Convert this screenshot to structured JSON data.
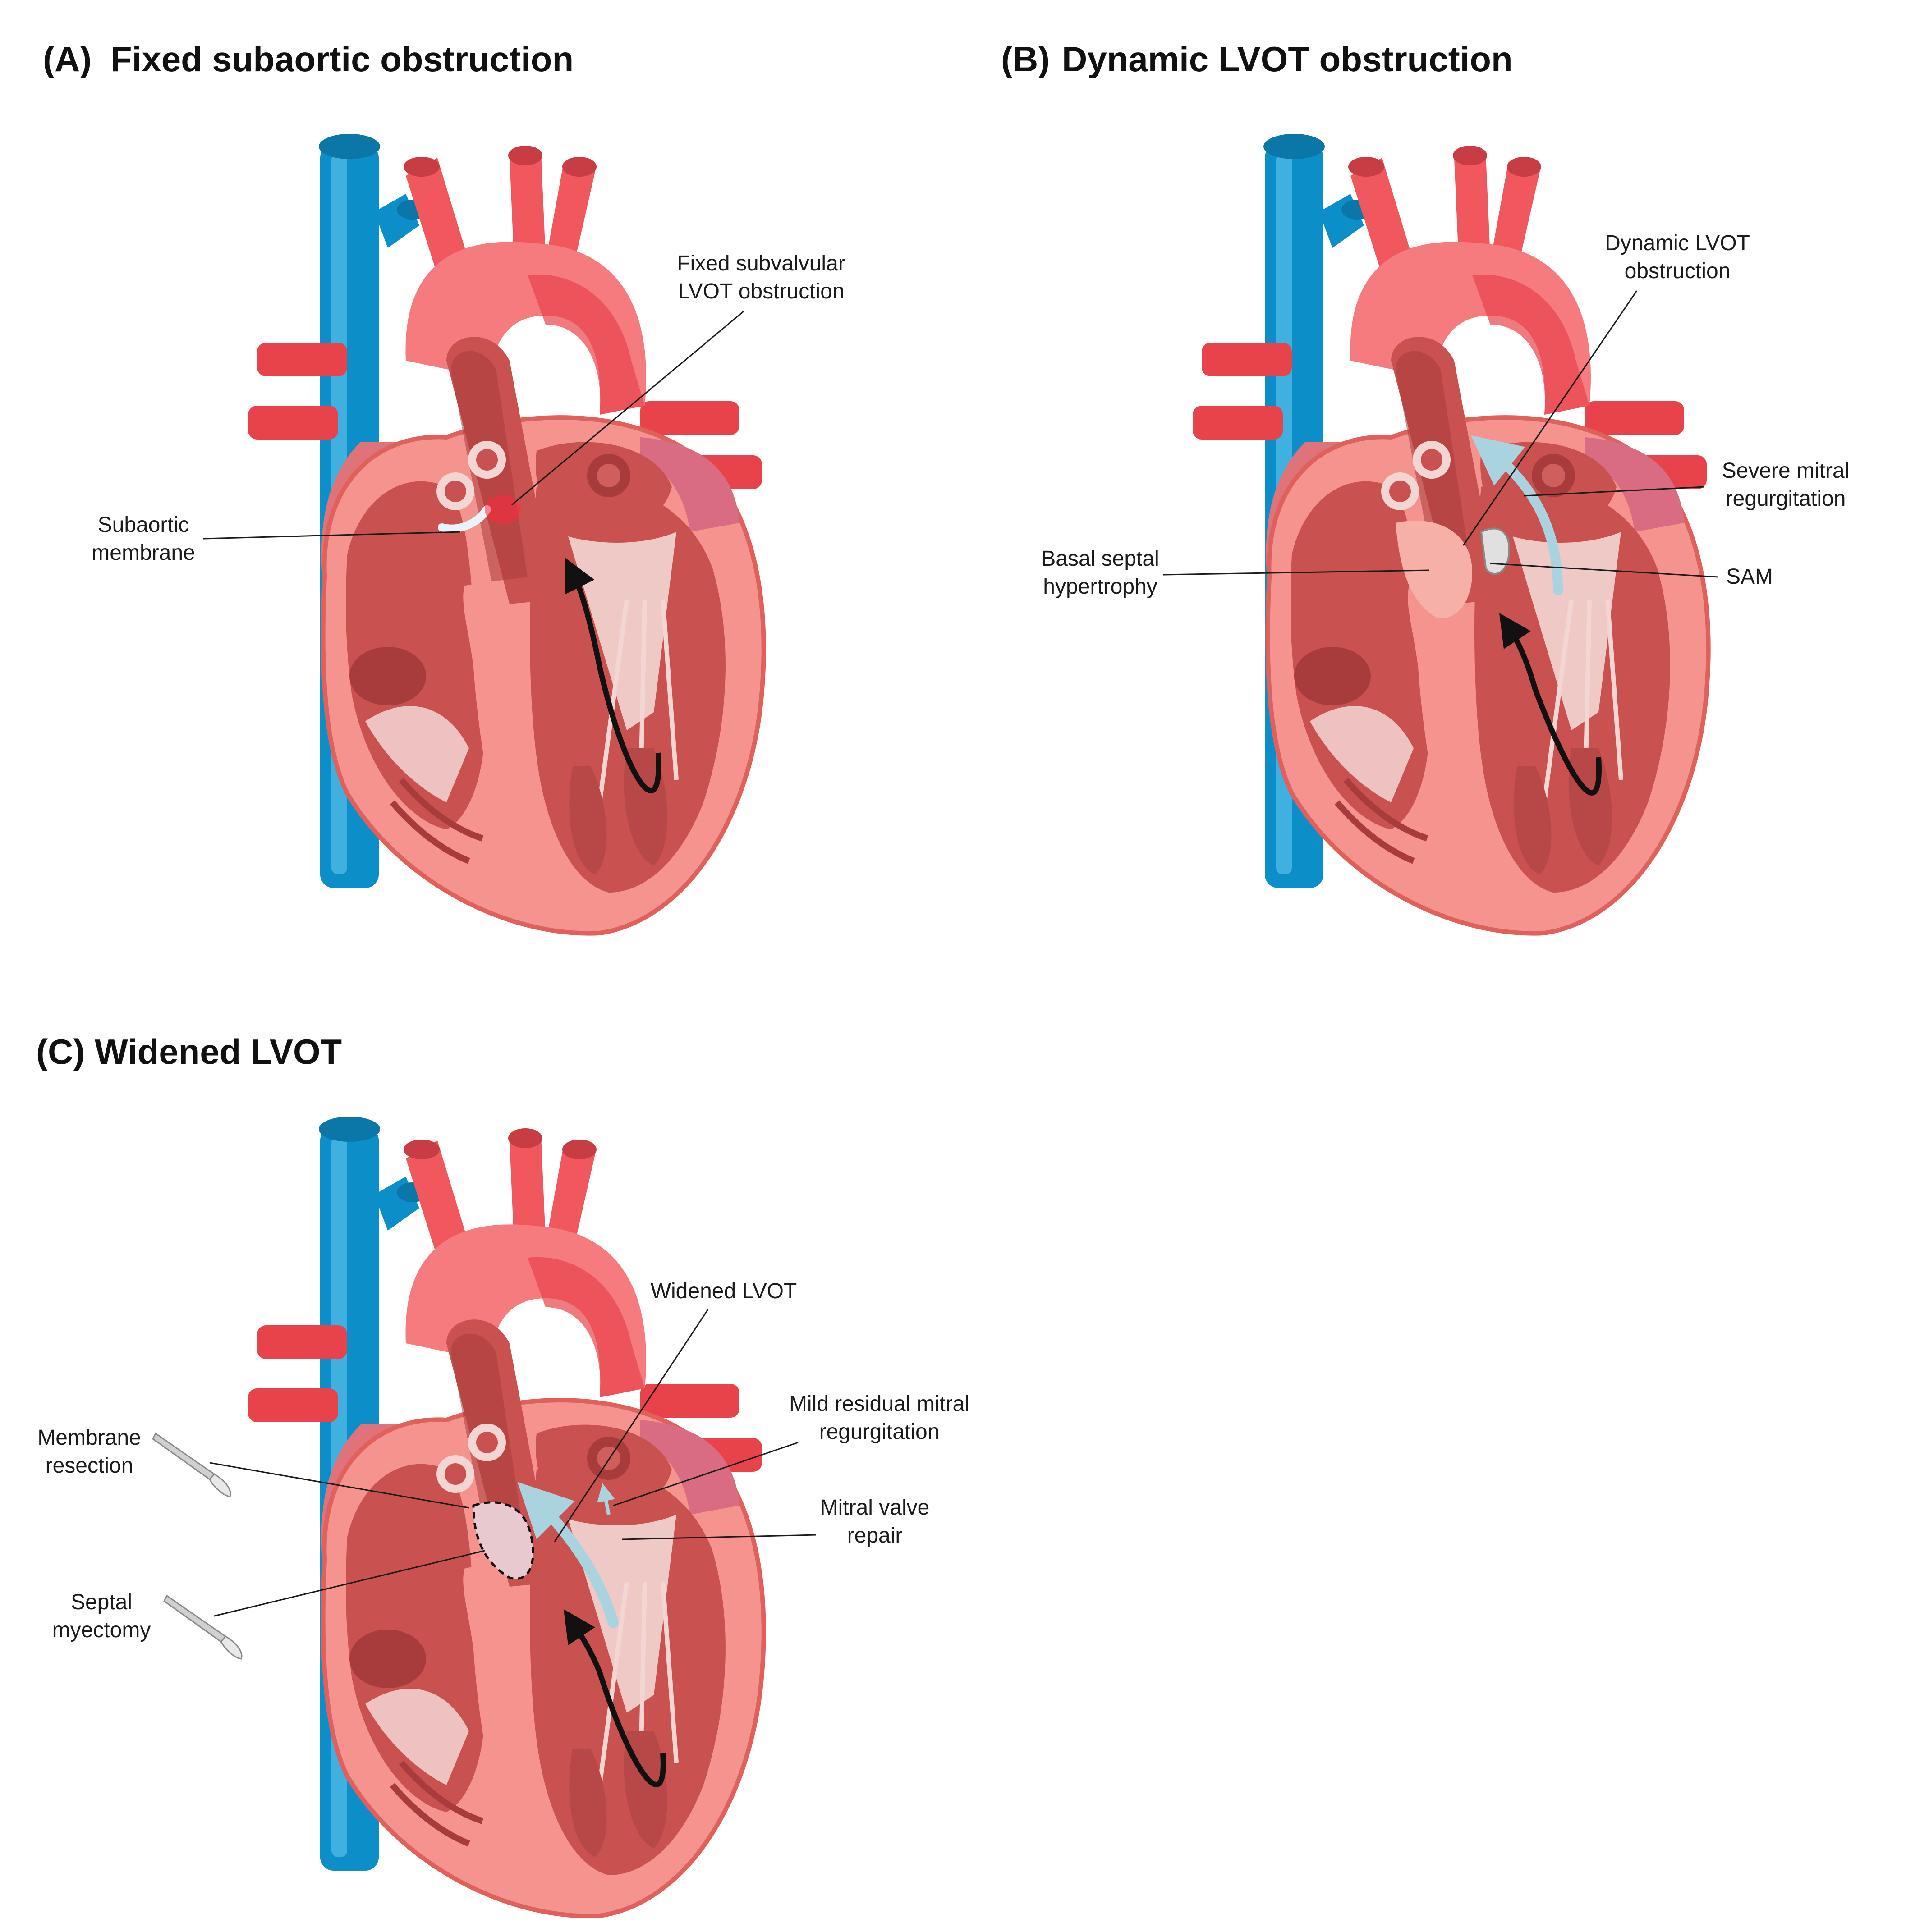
{
  "panels": {
    "a": {
      "letter": "(A)",
      "title": "Fixed subaortic obstruction",
      "labels": {
        "fixed_obstruction": [
          "Fixed subvalvular",
          "LVOT obstruction"
        ],
        "subaortic_membrane": [
          "Subaortic",
          "membrane"
        ]
      }
    },
    "b": {
      "letter": "(B)",
      "title": "Dynamic LVOT obstruction",
      "labels": {
        "dynamic_obstruction": [
          "Dynamic LVOT",
          "obstruction"
        ],
        "mitral_regurgitation": [
          "Severe mitral",
          "regurgitation"
        ],
        "basal_septal_hypertrophy": [
          "Basal septal",
          "hypertrophy"
        ],
        "sam": [
          "SAM"
        ]
      }
    },
    "c": {
      "letter": "(C)",
      "title": "Widened LVOT",
      "labels": {
        "widened_lvot": [
          "Widened LVOT"
        ],
        "residual_mr": [
          "Mild residual mitral",
          "regurgitation"
        ],
        "mitral_repair": [
          "Mitral valve",
          "repair"
        ],
        "membrane_resection": [
          "Membrane",
          "resection"
        ],
        "septal_myectomy": [
          "Septal",
          "myectomy"
        ]
      }
    }
  },
  "colors": {
    "aorta": "#f0585d",
    "aorta_light": "#f57b7e",
    "vena_cava": "#0c8fc9",
    "myocardium": "#f5938e",
    "myocardium_edge": "#e0605b",
    "chamber": "#c9514f",
    "chamber_dark": "#a83c3c",
    "valve": "#f3d6d3",
    "flow_arrow": "#111111",
    "lvot_flow": "#a8d3df"
  },
  "icons": [
    "heart-illustration",
    "scalpel-icon",
    "flow-arrow-icon"
  ]
}
